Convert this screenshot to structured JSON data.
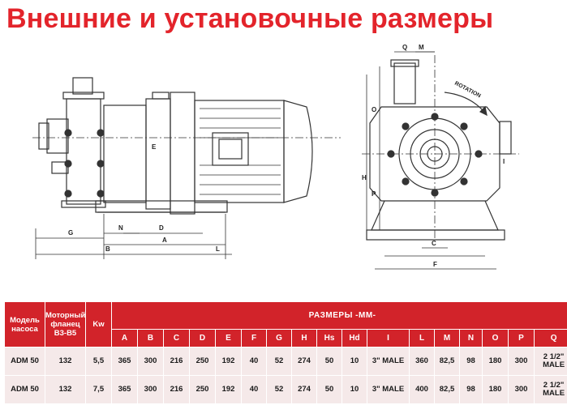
{
  "title": "Внешние и установочные размеры",
  "drawing": {
    "labels": {
      "side": [
        "G",
        "N",
        "D",
        "A",
        "B",
        "E",
        "L"
      ],
      "front": [
        "Q",
        "M",
        "ROTATION",
        "O",
        "H",
        "P",
        "I",
        "C",
        "F"
      ]
    }
  },
  "table": {
    "col_model": "Модель насоса",
    "col_flange": "Моторный фланец В3-В5",
    "col_kw": "Kw",
    "group_header": "РАЗМЕРЫ -ММ-",
    "dims": [
      "A",
      "B",
      "C",
      "D",
      "E",
      "F",
      "G",
      "H",
      "Hs",
      "Hd",
      "I",
      "L",
      "M",
      "N",
      "O",
      "P",
      "Q"
    ],
    "rows": [
      {
        "model": "ADM 50",
        "flange": "132",
        "kw": "5,5",
        "values": [
          "365",
          "300",
          "216",
          "250",
          "192",
          "40",
          "52",
          "274",
          "50",
          "10",
          "3\" MALE",
          "360",
          "82,5",
          "98",
          "180",
          "300",
          "2 1/2\" MALE"
        ]
      },
      {
        "model": "ADM 50",
        "flange": "132",
        "kw": "7,5",
        "values": [
          "365",
          "300",
          "216",
          "250",
          "192",
          "40",
          "52",
          "274",
          "50",
          "10",
          "3\" MALE",
          "400",
          "82,5",
          "98",
          "180",
          "300",
          "2 1/2\" MALE"
        ]
      }
    ]
  },
  "colors": {
    "accent": "#e3242b",
    "header_bg": "#d2232a",
    "cell_bg": "#f5e9e9"
  }
}
